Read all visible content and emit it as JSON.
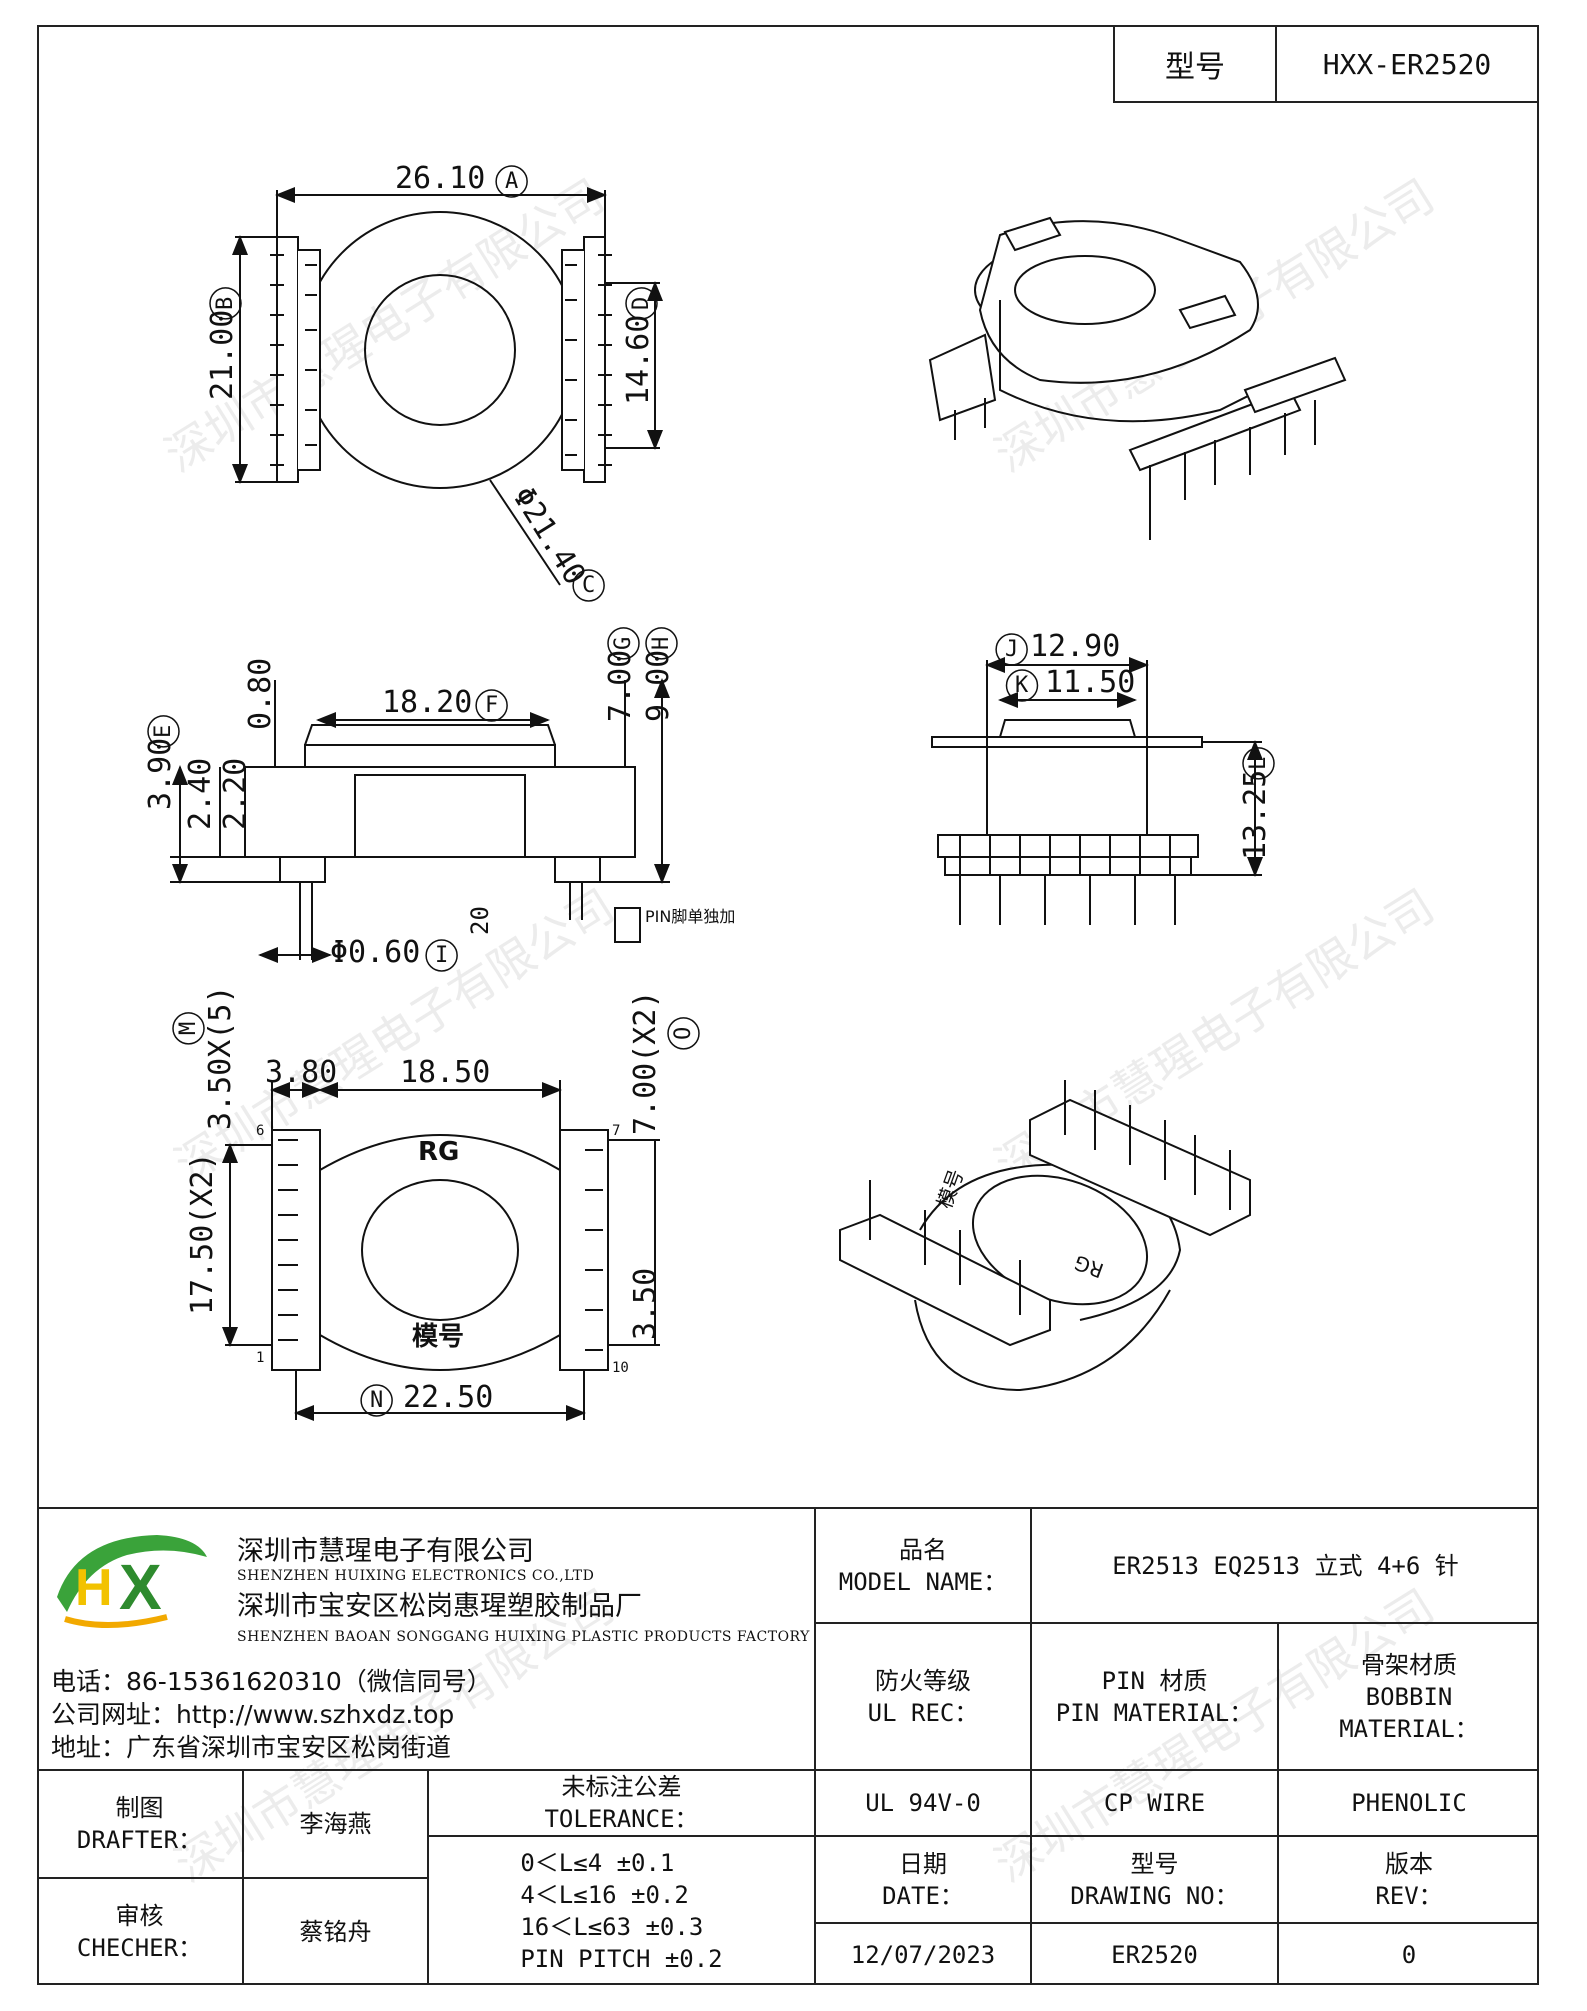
{
  "header": {
    "model_label": "型号",
    "model_value": "HXX-ER2520"
  },
  "dims": {
    "top_width": "26.10",
    "top_width_tag": "A",
    "top_height": "21.00",
    "top_height_tag": "B",
    "diameter": "Φ21.40",
    "diameter_tag": "C",
    "pin_span": "14.60",
    "pin_span_tag": "D",
    "side_flange": "18.20",
    "side_flange_tag": "F",
    "d_080": "0.80",
    "d_390": "3.90",
    "d_390_tag": "E",
    "d_240": "2.40",
    "d_220": "2.20",
    "d_700": "7.00",
    "d_700_tag": "G",
    "d_900": "9.00",
    "d_900_tag": "H",
    "pin_dia": "Φ0.60",
    "pin_dia_tag": "I",
    "d_20": "20",
    "pin_note": "PIN脚单独加",
    "front_w1": "12.90",
    "front_w1_tag": "J",
    "front_w2": "11.50",
    "front_w2_tag": "K",
    "front_h": "13.25",
    "front_h_tag": "L",
    "b_350x5": "3.50X(5)",
    "b_350x5_tag": "M",
    "b_380": "3.80",
    "b_1850": "18.50",
    "b_700x2": "7.00(X2)",
    "b_700x2_tag": "O",
    "b_1750x2": "17.50(X2)",
    "b_350": "3.50",
    "b_2250": "22.50",
    "b_2250_tag": "N",
    "logo_top": "RG",
    "logo_bottom": "模号",
    "pin1": "1",
    "pin6": "6",
    "pin7": "7",
    "pin10": "10",
    "iso_rg": "RG",
    "iso_mh": "模号"
  },
  "watermark": "深圳市慧瑆电子有限公司",
  "company": {
    "logo_h": "H",
    "logo_x": "X",
    "name_cn": "深圳市慧瑆电子有限公司",
    "name_en": "SHENZHEN HUIXING ELECTRONICS CO.,LTD",
    "factory_cn": "深圳市宝安区松岗惠瑆塑胶制品厂",
    "factory_en": "SHENZHEN BAOAN SONGGANG HUIXING PLASTIC PRODUCTS FACTORY",
    "phone": "电话：86-15361620310（微信同号）",
    "website": "公司网址：http://www.szhxdz.top",
    "address": "地址：广东省深圳市宝安区松岗街道"
  },
  "table": {
    "model_name_cn": "品名",
    "model_name_en": "MODEL NAME：",
    "model_name_value": "ER2513 EQ2513 立式 4+6 针",
    "fire_cn": "防火等级",
    "fire_en": "UL REC：",
    "pin_cn": "PIN 材质",
    "pin_en": "PIN MATERIAL：",
    "bobbin_cn": "骨架材质",
    "bobbin_en1": "BOBBIN",
    "bobbin_en2": "MATERIAL：",
    "fire_value": "UL 94V-0",
    "pin_value": "CP WIRE",
    "bobbin_value": "PHENOLIC",
    "drafter_cn": "制图",
    "drafter_en": "DRAFTER：",
    "drafter_name": "李海燕",
    "checker_cn": "审核",
    "checker_en": "CHECHER：",
    "checker_name": "蔡铭舟",
    "tol_cn": "未标注公差",
    "tol_en": "TOLERANCE：",
    "tol_1": "0＜L≤4  ±0.1",
    "tol_2": "4＜L≤16 ±0.2",
    "tol_3": "16＜L≤63 ±0.3",
    "tol_4": "PIN PITCH ±0.2",
    "date_cn": "日期",
    "date_en": "DATE：",
    "date_value": "12/07/2023",
    "drawing_cn": "型号",
    "drawing_en": "DRAWING NO：",
    "drawing_value": "ER2520",
    "rev_cn": "版本",
    "rev_en": "REV：",
    "rev_value": "0"
  }
}
